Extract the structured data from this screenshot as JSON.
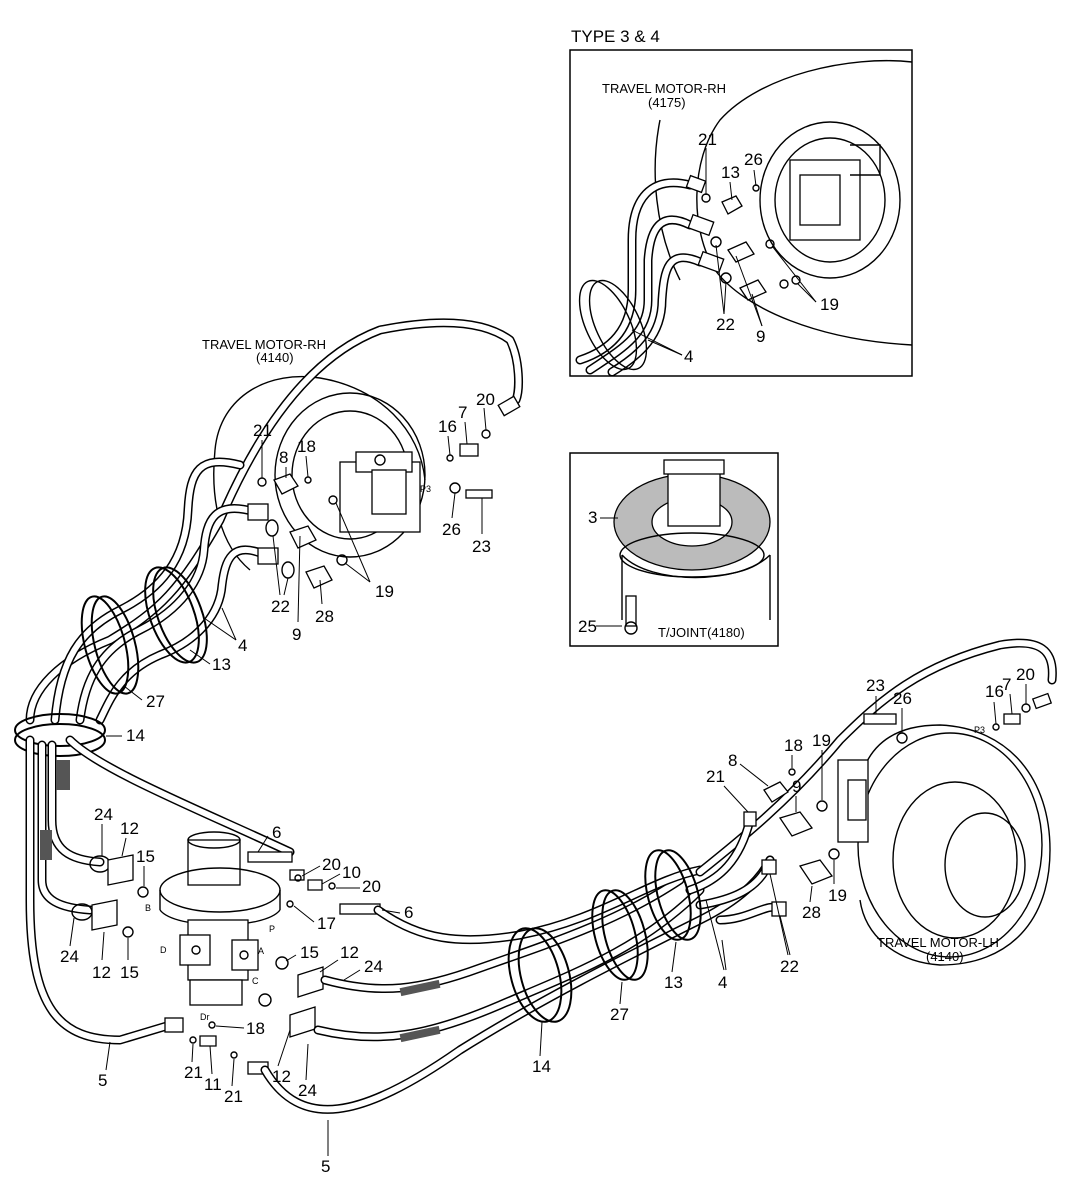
{
  "labels": {
    "type_title": "TYPE 3 & 4",
    "motor_rh_top": "TRAVEL MOTOR-RH",
    "motor_rh_top_code": "(4175)",
    "motor_rh_main": "TRAVEL MOTOR-RH",
    "motor_rh_main_code": "(4140)",
    "motor_lh": "TRAVEL MOTOR-LH",
    "motor_lh_code": "(4140)",
    "tjoint": "T/JOINT(4180)"
  },
  "ports": {
    "p3_rh": "P3",
    "p3_lh": "P3",
    "a": "A",
    "b": "B",
    "c": "C",
    "d": "D",
    "p": "P",
    "dr": "Dr"
  },
  "callouts": {
    "inset_top": [
      "21",
      "13",
      "26",
      "22",
      "9",
      "19",
      "4"
    ],
    "inset_tjoint": [
      "3",
      "25"
    ],
    "rh": [
      "21",
      "8",
      "18",
      "16",
      "7",
      "20",
      "26",
      "23",
      "19",
      "22",
      "9",
      "28",
      "4",
      "13",
      "27",
      "14"
    ],
    "swivel": [
      "6",
      "24",
      "12",
      "15",
      "24",
      "12",
      "15",
      "20",
      "10",
      "20",
      "17",
      "6",
      "15",
      "12",
      "24",
      "18",
      "21",
      "11",
      "21",
      "12",
      "24",
      "5",
      "5"
    ],
    "lh": [
      "23",
      "26",
      "16",
      "7",
      "20",
      "8",
      "18",
      "19",
      "21",
      "9",
      "19",
      "28",
      "22",
      "4",
      "13",
      "27",
      "14"
    ]
  }
}
